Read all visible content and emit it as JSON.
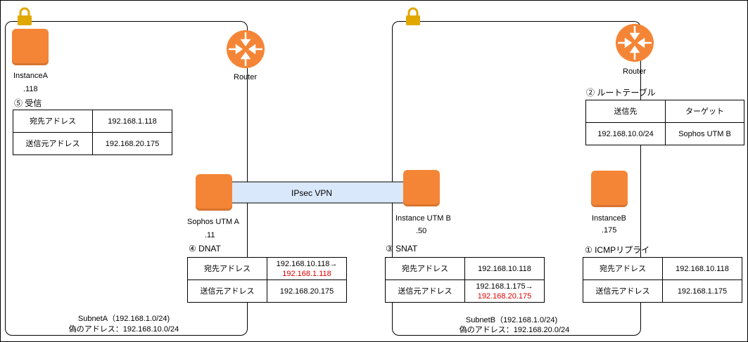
{
  "subnetA": {
    "instance": {
      "name": "InstanceA",
      "ip": ".118",
      "icon": "ec2-instance-icon"
    },
    "router": {
      "label": "Router",
      "icon": "router-icon"
    },
    "utm": {
      "name": "Sophos UTM A",
      "ip": ".11",
      "icon": "ec2-instance-icon"
    },
    "receive": {
      "title": "⑤ 受信",
      "rows": [
        {
          "k": "宛先アドレス",
          "v": "192.168.1.118"
        },
        {
          "k": "送信元アドレス",
          "v": "192.168.20.175"
        }
      ]
    },
    "dnat": {
      "title": "④ DNAT",
      "dest_key": "宛先アドレス",
      "dest_old": "192.168.10.118→",
      "dest_new": "192.168.1.118",
      "src_key": "送信元アドレス",
      "src_val": "192.168.20.175"
    },
    "caption1": "SubnetA（192.168.1.0/24)",
    "caption2": "偽のアドレス：192.168.10.0/24"
  },
  "subnetB": {
    "instance": {
      "name": "InstanceB",
      "ip": ".175",
      "icon": "ec2-instance-icon"
    },
    "router": {
      "label": "Router",
      "icon": "router-icon"
    },
    "utm": {
      "name": "Instance UTM B",
      "ip": ".50",
      "icon": "ec2-instance-icon"
    },
    "route_table": {
      "title": "② ルートテーブル",
      "header": [
        "送信先",
        "ターゲット"
      ],
      "row": [
        "192.168.10.0/24",
        "Sophos UTM B"
      ]
    },
    "snat": {
      "title": "③ SNAT",
      "dest_key": "宛先アドレス",
      "dest_val": "192.168.10.118",
      "src_key": "送信元アドレス",
      "src_old": "192.168.1.175→",
      "src_new": "192.168.20.175"
    },
    "icmp": {
      "title": "① ICMPリプライ",
      "rows": [
        {
          "k": "宛先アドレス",
          "v": "192.168.10.118"
        },
        {
          "k": "送信元アドレス",
          "v": "192.168.1.175"
        }
      ]
    },
    "caption1": "SubnetB（192.168.1.0/24)",
    "caption2": "偽のアドレス：192.168.20.0/24"
  },
  "vpn": {
    "label": "IPsec VPN"
  },
  "colors": {
    "orange": "#F58536",
    "lock": "#E0A800",
    "vpn_fill": "#DAE8FC",
    "highlight": "#E00000"
  }
}
